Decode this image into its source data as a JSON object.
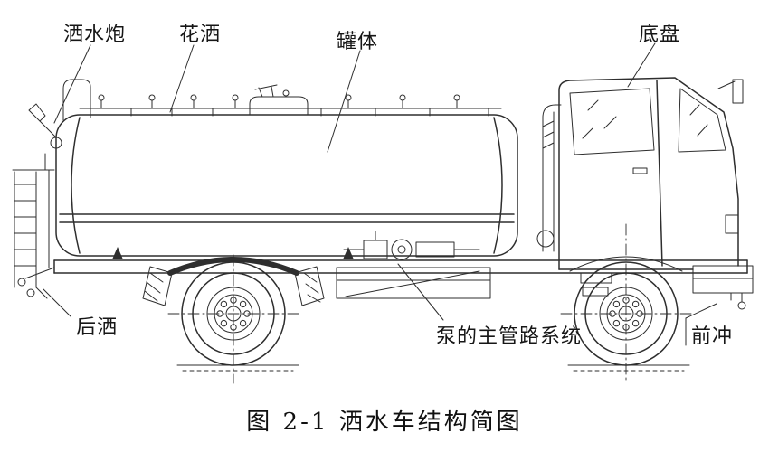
{
  "figure": {
    "caption": "图 2-1 洒水车结构简图"
  },
  "labels": {
    "water_cannon": "洒水炮",
    "shower_sprinkler": "花洒",
    "tank_body": "罐体",
    "chassis": "底盘",
    "rear_spray": "后洒",
    "pump_main_pipeline": "泵的主管路系统",
    "front_flush": "前冲"
  },
  "colors": {
    "line": "#2e2e2e",
    "background": "#ffffff",
    "text": "#161616"
  }
}
